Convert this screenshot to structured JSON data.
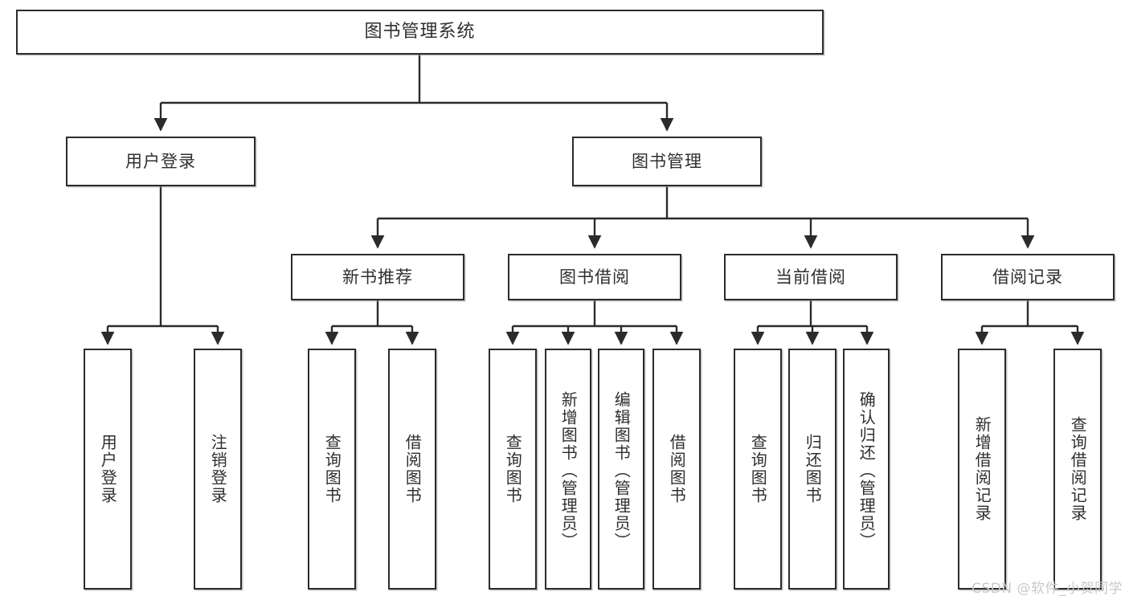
{
  "diagram": {
    "type": "tree",
    "title": "图书管理系统",
    "watermark": "CSDN @软件_小贺同学",
    "colors": {
      "box_border": "#2b2b2b",
      "box_fill": "#ffffff",
      "text": "#2f2f2f",
      "connector": "#2b2b2b",
      "watermark": "#c9c9c9",
      "background": "#ffffff"
    },
    "nodes": {
      "root": {
        "label": "图书管理系统"
      },
      "level2": [
        {
          "label": "用户登录"
        },
        {
          "label": "图书管理"
        }
      ],
      "level3": [
        {
          "label": "新书推荐"
        },
        {
          "label": "图书借阅"
        },
        {
          "label": "当前借阅"
        },
        {
          "label": "借阅记录"
        }
      ],
      "leaves": {
        "user_login": [
          {
            "label": "用户登录"
          },
          {
            "label": "注销登录"
          }
        ],
        "new_book_recommend": [
          {
            "label": "查询图书"
          },
          {
            "label": "借阅图书"
          }
        ],
        "book_borrow": [
          {
            "label": "查询图书"
          },
          {
            "label": "新增图书（管理员）"
          },
          {
            "label": "编辑图书（管理员）"
          },
          {
            "label": "借阅图书"
          }
        ],
        "current_borrow": [
          {
            "label": "查询图书"
          },
          {
            "label": "归还图书"
          },
          {
            "label": "确认归还（管理员）"
          }
        ],
        "borrow_record": [
          {
            "label": "新增借阅记录"
          },
          {
            "label": "查询借阅记录"
          }
        ]
      }
    }
  }
}
